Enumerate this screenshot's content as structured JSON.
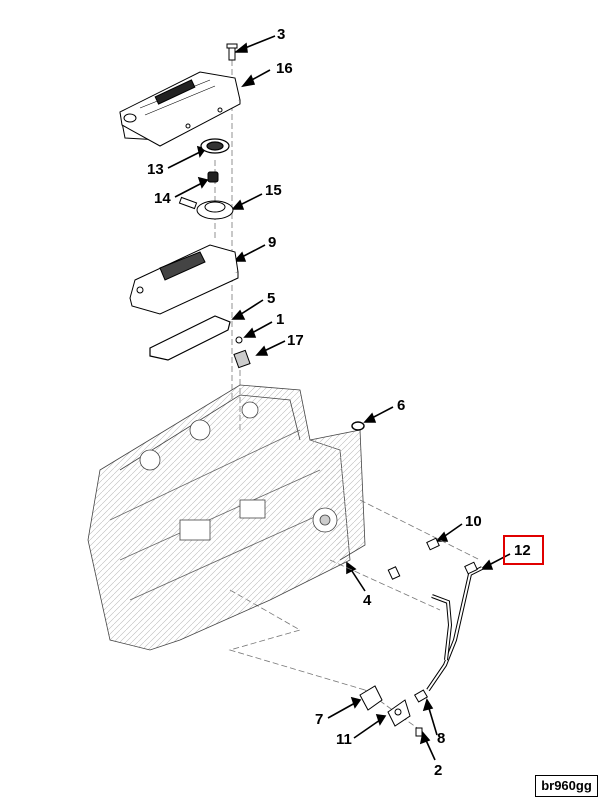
{
  "diagram": {
    "callouts": [
      {
        "id": "c1",
        "label": "1"
      },
      {
        "id": "c2",
        "label": "2"
      },
      {
        "id": "c3",
        "label": "3"
      },
      {
        "id": "c4",
        "label": "4"
      },
      {
        "id": "c5",
        "label": "5"
      },
      {
        "id": "c6",
        "label": "6"
      },
      {
        "id": "c7",
        "label": "7"
      },
      {
        "id": "c8",
        "label": "8"
      },
      {
        "id": "c9",
        "label": "9"
      },
      {
        "id": "c10",
        "label": "10"
      },
      {
        "id": "c11",
        "label": "11"
      },
      {
        "id": "c12",
        "label": "12"
      },
      {
        "id": "c13",
        "label": "13"
      },
      {
        "id": "c14",
        "label": "14"
      },
      {
        "id": "c15",
        "label": "15"
      },
      {
        "id": "c16",
        "label": "16"
      },
      {
        "id": "c17",
        "label": "17"
      }
    ],
    "highlighted_callout": "12",
    "highlight_color": "#e00000",
    "reference_code": "br960gg"
  }
}
